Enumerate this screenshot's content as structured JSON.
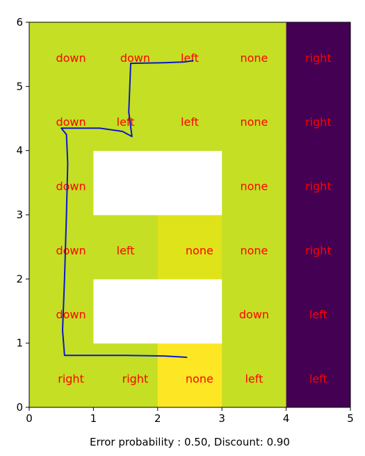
{
  "chart_data": {
    "type": "heatmap",
    "xlabel": "Error probability : 0.50, Discount: 0.90",
    "xlim": [
      0,
      5
    ],
    "ylim": [
      0,
      6
    ],
    "xticks": [
      "0",
      "1",
      "2",
      "3",
      "4",
      "5"
    ],
    "yticks": [
      "0",
      "1",
      "2",
      "3",
      "4",
      "5",
      "6"
    ],
    "grid": false,
    "colors": {
      "base": "#c5df24",
      "yellow": "#fde725",
      "mid_yellow": "#dfe31a",
      "dark": "#440154",
      "wall": "#ffffff",
      "label": "#ff0000",
      "path": "#0a18c8"
    },
    "cells": [
      {
        "col": 0,
        "row": 0,
        "fill": "base"
      },
      {
        "col": 1,
        "row": 0,
        "fill": "base"
      },
      {
        "col": 2,
        "row": 0,
        "fill": "yellow"
      },
      {
        "col": 3,
        "row": 0,
        "fill": "base"
      },
      {
        "col": 4,
        "row": 0,
        "fill": "dark"
      },
      {
        "col": 0,
        "row": 1,
        "fill": "base"
      },
      {
        "col": 1,
        "row": 1,
        "fill": "wall"
      },
      {
        "col": 2,
        "row": 1,
        "fill": "wall"
      },
      {
        "col": 3,
        "row": 1,
        "fill": "base"
      },
      {
        "col": 4,
        "row": 1,
        "fill": "dark"
      },
      {
        "col": 0,
        "row": 2,
        "fill": "base"
      },
      {
        "col": 1,
        "row": 2,
        "fill": "base"
      },
      {
        "col": 2,
        "row": 2,
        "fill": "mid_yellow"
      },
      {
        "col": 3,
        "row": 2,
        "fill": "base"
      },
      {
        "col": 4,
        "row": 2,
        "fill": "dark"
      },
      {
        "col": 0,
        "row": 3,
        "fill": "base"
      },
      {
        "col": 1,
        "row": 3,
        "fill": "wall"
      },
      {
        "col": 2,
        "row": 3,
        "fill": "wall"
      },
      {
        "col": 3,
        "row": 3,
        "fill": "base"
      },
      {
        "col": 4,
        "row": 3,
        "fill": "dark"
      },
      {
        "col": 0,
        "row": 4,
        "fill": "base"
      },
      {
        "col": 1,
        "row": 4,
        "fill": "base"
      },
      {
        "col": 2,
        "row": 4,
        "fill": "base"
      },
      {
        "col": 3,
        "row": 4,
        "fill": "base"
      },
      {
        "col": 4,
        "row": 4,
        "fill": "dark"
      },
      {
        "col": 0,
        "row": 5,
        "fill": "base"
      },
      {
        "col": 1,
        "row": 5,
        "fill": "base"
      },
      {
        "col": 2,
        "row": 5,
        "fill": "base"
      },
      {
        "col": 3,
        "row": 5,
        "fill": "base"
      },
      {
        "col": 4,
        "row": 5,
        "fill": "dark"
      }
    ],
    "labels": [
      {
        "x": 0.65,
        "y": 5.45,
        "text": "down"
      },
      {
        "x": 1.65,
        "y": 5.45,
        "text": "down"
      },
      {
        "x": 2.5,
        "y": 5.45,
        "text": "left"
      },
      {
        "x": 3.5,
        "y": 5.45,
        "text": "none"
      },
      {
        "x": 4.5,
        "y": 5.45,
        "text": "right"
      },
      {
        "x": 0.65,
        "y": 4.45,
        "text": "down"
      },
      {
        "x": 1.5,
        "y": 4.45,
        "text": "left"
      },
      {
        "x": 2.5,
        "y": 4.45,
        "text": "left"
      },
      {
        "x": 3.5,
        "y": 4.45,
        "text": "none"
      },
      {
        "x": 4.5,
        "y": 4.45,
        "text": "right"
      },
      {
        "x": 0.65,
        "y": 3.45,
        "text": "down"
      },
      {
        "x": 3.5,
        "y": 3.45,
        "text": "none"
      },
      {
        "x": 4.5,
        "y": 3.45,
        "text": "right"
      },
      {
        "x": 0.65,
        "y": 2.45,
        "text": "down"
      },
      {
        "x": 1.5,
        "y": 2.45,
        "text": "left"
      },
      {
        "x": 2.65,
        "y": 2.45,
        "text": "none"
      },
      {
        "x": 3.5,
        "y": 2.45,
        "text": "none"
      },
      {
        "x": 4.5,
        "y": 2.45,
        "text": "right"
      },
      {
        "x": 0.65,
        "y": 1.45,
        "text": "down"
      },
      {
        "x": 3.5,
        "y": 1.45,
        "text": "down"
      },
      {
        "x": 4.5,
        "y": 1.45,
        "text": "left"
      },
      {
        "x": 0.65,
        "y": 0.45,
        "text": "right"
      },
      {
        "x": 1.65,
        "y": 0.45,
        "text": "right"
      },
      {
        "x": 2.65,
        "y": 0.45,
        "text": "none"
      },
      {
        "x": 3.5,
        "y": 0.45,
        "text": "left"
      },
      {
        "x": 4.5,
        "y": 0.45,
        "text": "left"
      }
    ],
    "path": [
      [
        2.45,
        0.78
      ],
      [
        2.1,
        0.8
      ],
      [
        1.5,
        0.81
      ],
      [
        0.9,
        0.81
      ],
      [
        0.55,
        0.81
      ],
      [
        0.52,
        1.2
      ],
      [
        0.55,
        2.0
      ],
      [
        0.58,
        3.0
      ],
      [
        0.6,
        3.8
      ],
      [
        0.58,
        4.25
      ],
      [
        0.5,
        4.35
      ],
      [
        0.65,
        4.35
      ],
      [
        1.1,
        4.35
      ],
      [
        1.45,
        4.3
      ],
      [
        1.6,
        4.22
      ],
      [
        1.55,
        4.6
      ],
      [
        1.58,
        5.36
      ],
      [
        2.1,
        5.37
      ],
      [
        2.4,
        5.38
      ],
      [
        2.55,
        5.4
      ]
    ]
  }
}
